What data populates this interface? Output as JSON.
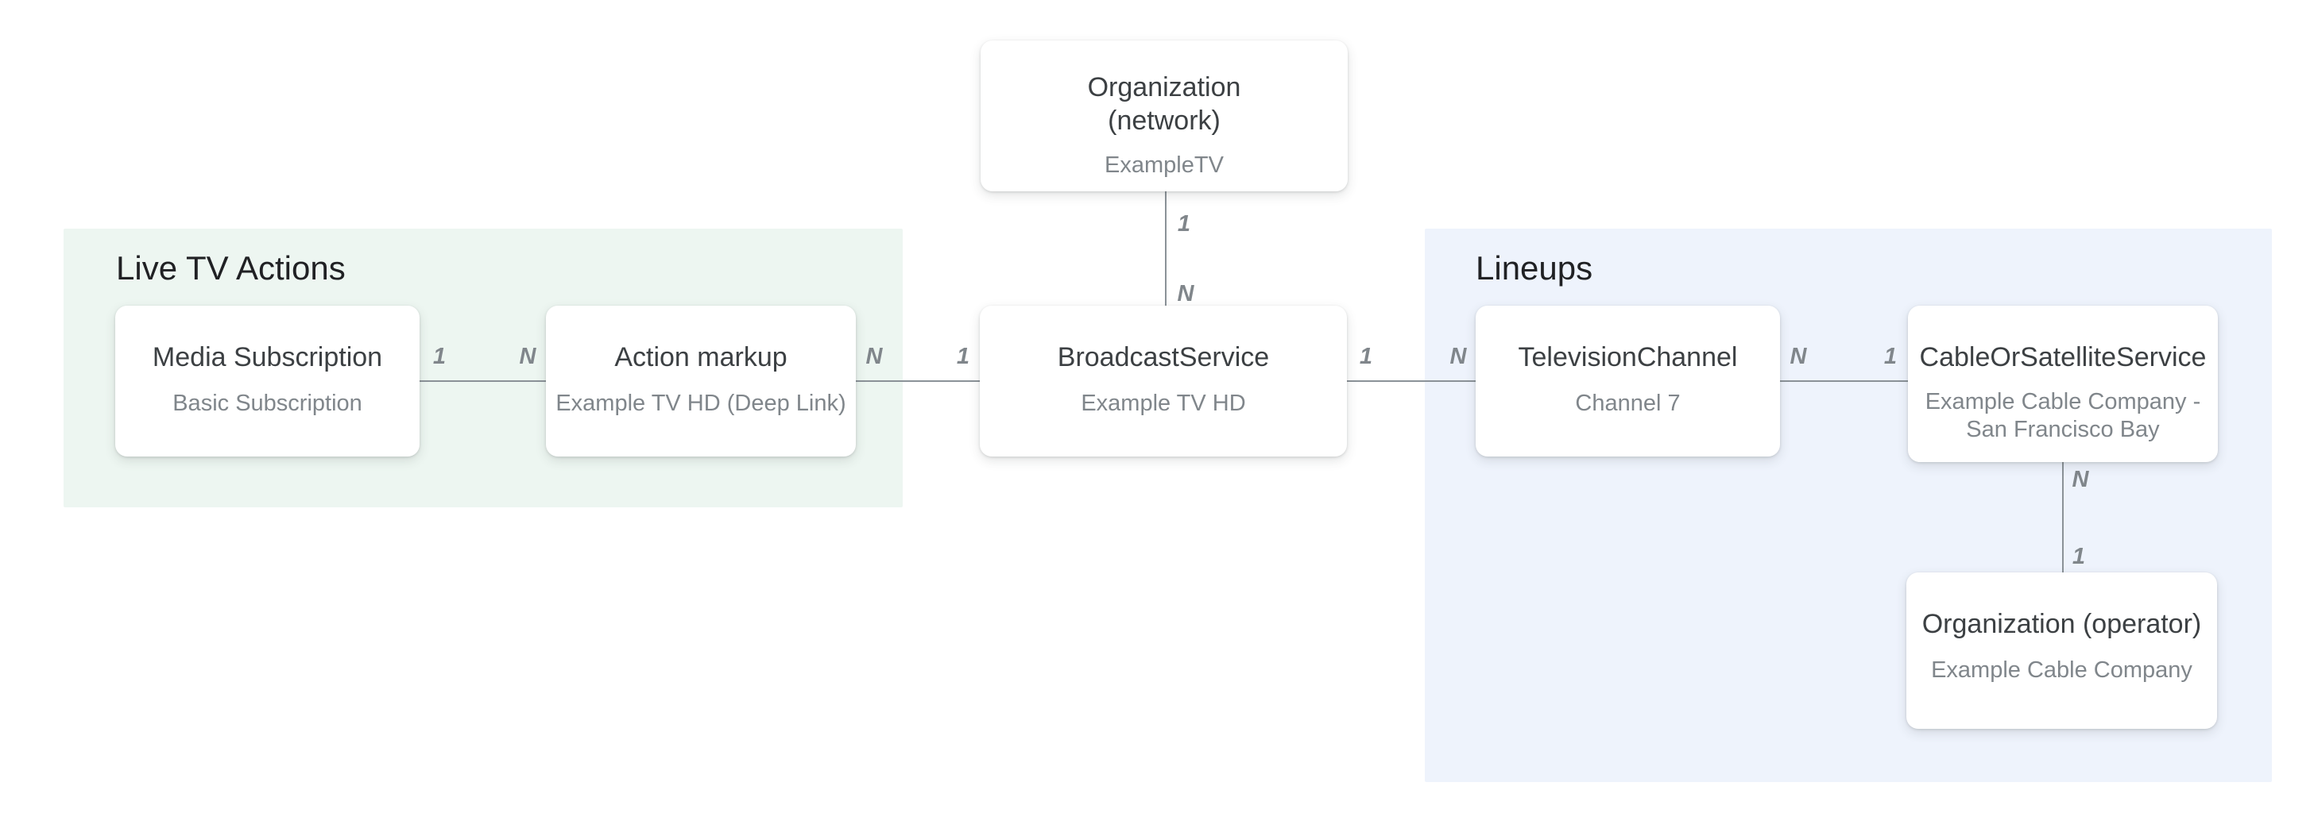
{
  "diagram": {
    "description": "Entity relationship diagram for Live TV actions markup",
    "colors": {
      "background": "#ffffff",
      "region_green": "#edf6f1",
      "region_blue": "#eef3fc",
      "connector_line": "#8b9298",
      "node_title": "#3c4043",
      "node_subtitle": "#80868b",
      "cardinality_label": "#80868b",
      "region_label": "#202124"
    },
    "regions": [
      {
        "label": "Live TV Actions"
      },
      {
        "label": "Lineups"
      }
    ],
    "nodes": {
      "organization_network": {
        "title": "Organization",
        "title2": "(network)",
        "subtitle": "ExampleTV"
      },
      "media_subscription": {
        "title": "Media Subscription",
        "subtitle": "Basic Subscription"
      },
      "action_markup": {
        "title": "Action markup",
        "subtitle": "Example TV HD (Deep Link)"
      },
      "broadcast_service": {
        "title": "BroadcastService",
        "subtitle": "Example TV HD"
      },
      "television_channel": {
        "title": "TelevisionChannel",
        "subtitle": "Channel 7"
      },
      "cable_or_satellite_service": {
        "title": "CableOrSatelliteService",
        "subtitle": "Example Cable Company - San Francisco Bay"
      },
      "organization_operator": {
        "title": "Organization (operator)",
        "subtitle": "Example Cable Company"
      }
    },
    "cardinalities": {
      "media_to_action": {
        "from": "1",
        "to": "N"
      },
      "action_to_broadcast": {
        "from": "N",
        "to": "1"
      },
      "network_to_broadcast": {
        "from": "1",
        "to": "N"
      },
      "broadcast_to_channel": {
        "from": "1",
        "to": "N"
      },
      "channel_to_cable": {
        "from": "N",
        "to": "1"
      },
      "cable_to_operator": {
        "from": "N",
        "to": "1"
      }
    }
  }
}
